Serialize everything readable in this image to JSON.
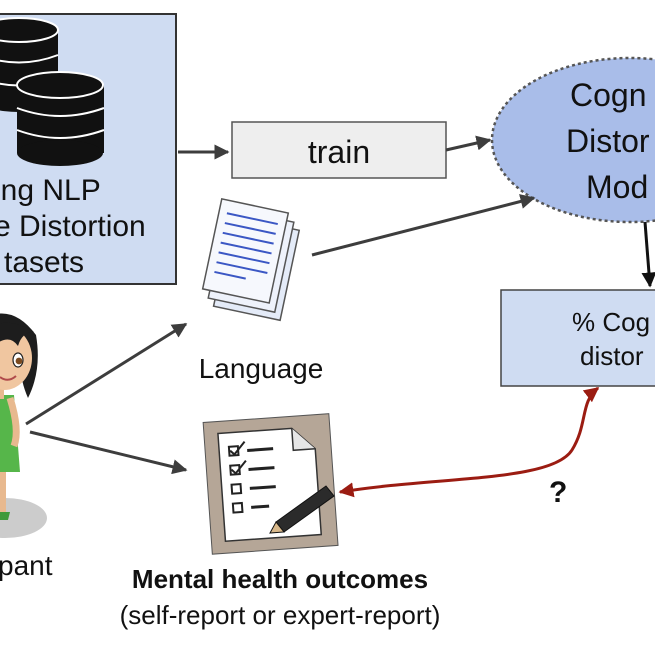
{
  "datasets_box": {
    "lines": [
      "ing NLP",
      "e Distortion",
      "tasets"
    ]
  },
  "train_box": {
    "label": "train"
  },
  "model_node": {
    "lines": [
      "Cogn",
      "Distor",
      "Mod"
    ]
  },
  "language_node": {
    "label": "Language"
  },
  "participant": {
    "label": "pant"
  },
  "percent_box": {
    "lines": [
      "% Cog",
      "distor"
    ]
  },
  "outcomes": {
    "title": "Mental health outcomes",
    "subtitle": "(self-report or expert-report)"
  },
  "question_mark": "?",
  "colors": {
    "box_fill": "#cfdcf2",
    "train_fill": "#eeeeee",
    "ellipse_fill": "#a9bde9",
    "arrow_dark": "#3d3d3d",
    "arrow_red": "#9b1c12"
  }
}
